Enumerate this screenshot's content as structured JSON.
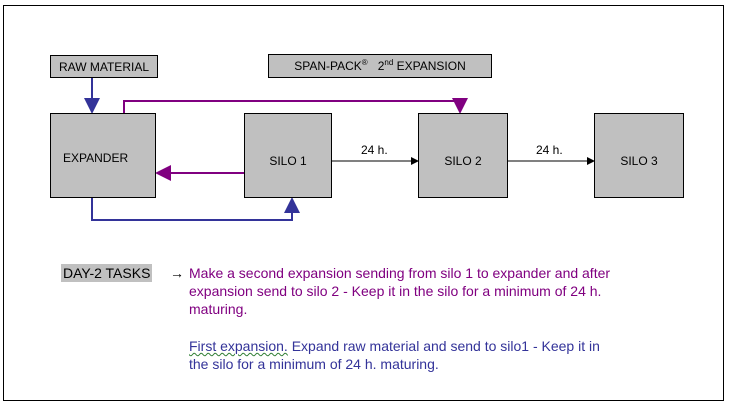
{
  "diagram": {
    "raw_material": "RAW MATERIAL",
    "span_pack": "SPAN-PACK",
    "span_pack_reg": "®",
    "expansion_number": "2",
    "expansion_suffix": "nd",
    "expansion_word": "EXPANSION",
    "expander": "EXPANDER",
    "silo1": "SILO 1",
    "silo2": "SILO 2",
    "silo3": "SILO 3",
    "dur1": "24 h.",
    "dur2": "24 h."
  },
  "tasks": {
    "tag": "DAY-2 TASKS",
    "arrow": "→",
    "line1": "Make a second expansion sending from silo 1 to expander and after",
    "line2": "expansion send to silo 2 - Keep it in the silo for a minimum of 24 h.",
    "line3": "maturing.",
    "first_link": "First expansion.",
    "line4_rest": " Expand raw material and send to silo1 - Keep it in",
    "line5": "the silo for a minimum of 24 h. maturing."
  },
  "colors": {
    "purple": "#800080",
    "blue": "#333399",
    "box": "#c0c0c0"
  }
}
